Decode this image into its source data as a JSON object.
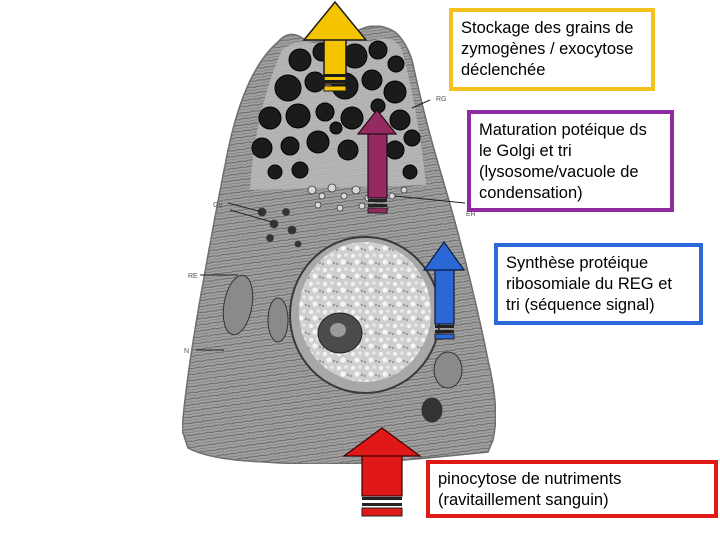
{
  "colors": {
    "storage": "#f5c400",
    "golgi": "#952a63",
    "synthesis": "#2b68d6",
    "pinocytosis": "#e01818",
    "storage_border": "#f3c21c",
    "golgi_border": "#8e2ba0",
    "synthesis_border": "#2b6ad8",
    "pinocytosis_border": "#e01818"
  },
  "boxes": {
    "storage": {
      "lines": [
        "Stockage des grains de",
        "zymogènes / exocytose",
        "déclenchée"
      ]
    },
    "golgi": {
      "lines": [
        "Maturation potéique ds",
        "le Golgi et tri",
        "(lysosome/vacuole de",
        "condensation)"
      ]
    },
    "synthesis": {
      "lines": [
        "Synthèse protéique",
        "ribosomiale du REG et",
        "tri (séquence signal)"
      ]
    },
    "pinocytosis": {
      "lines": [
        "pinocytose de nutriments",
        "(ravitaillement sanguin)"
      ]
    }
  },
  "arrows": {
    "storage": {
      "direction": "up",
      "color_key": "storage"
    },
    "golgi": {
      "direction": "up",
      "color_key": "golgi"
    },
    "synthesis": {
      "direction": "up",
      "color_key": "synthesis"
    },
    "pinocytosis": {
      "direction": "up",
      "color_key": "pinocytosis"
    }
  },
  "micrograph": {
    "subject": "acinar cell electron micrograph drawing",
    "labels": [
      "RG",
      "Go",
      "RE",
      "N",
      "ER"
    ]
  }
}
